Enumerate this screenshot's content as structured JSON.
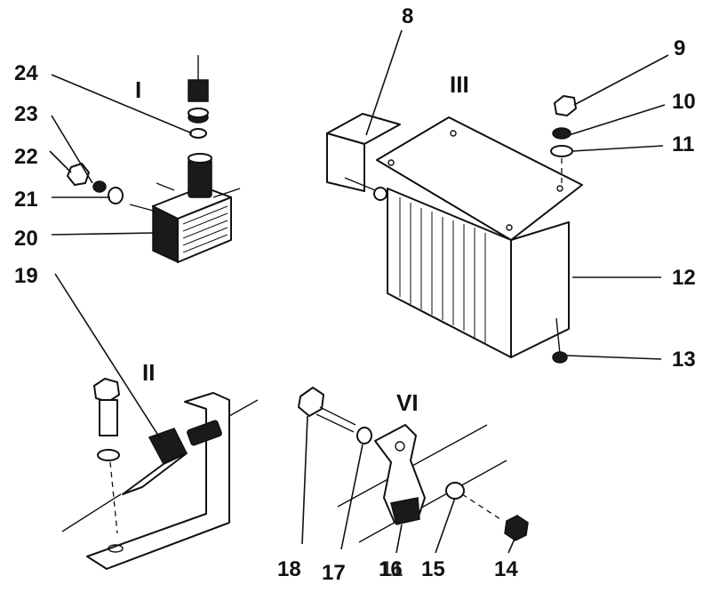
{
  "group_labels": {
    "g1": "I",
    "g2": "II",
    "g3": "III",
    "g6": "VI"
  },
  "callouts": {
    "c8": "8",
    "c9": "9",
    "c10": "10",
    "c11": "11",
    "c12": "12",
    "c13": "13",
    "c14": "14",
    "c15": "15",
    "c16": "16",
    "c16b": "11",
    "c17": "17",
    "c18": "18",
    "c19": "19",
    "c20": "20",
    "c21": "21",
    "c22": "22",
    "c23": "23",
    "c24": "24"
  }
}
